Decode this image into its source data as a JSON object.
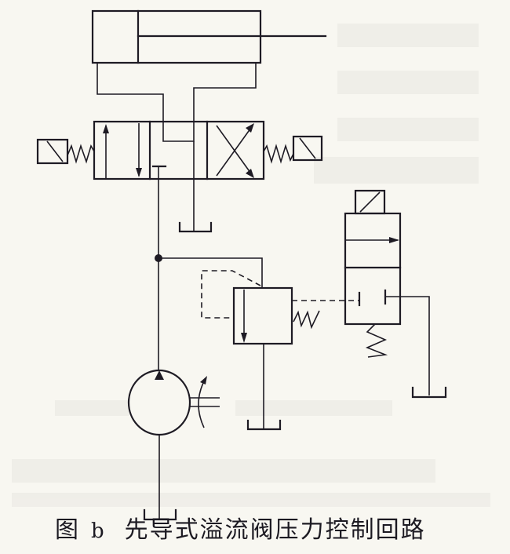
{
  "caption": {
    "figure_label": "图",
    "figure_sub": "b",
    "title": "先导式溢流阀压力控制回路"
  },
  "components": [
    {
      "id": "hydraulic-cylinder",
      "type": "double-acting single-rod cylinder"
    },
    {
      "id": "directional-valve",
      "type": "3-position 4-way solenoid directional valve, spring centered"
    },
    {
      "id": "pilot-relief-valve",
      "type": "pilot-operated relief valve"
    },
    {
      "id": "solenoid-2-2-valve",
      "type": "2-position 2-way solenoid valve, spring return"
    },
    {
      "id": "hydraulic-pump",
      "type": "fixed displacement pump with rotation arrow"
    },
    {
      "id": "tanks",
      "count": 4
    }
  ],
  "colors": {
    "line": "#1e1b24",
    "background": "#f8f7f1"
  }
}
